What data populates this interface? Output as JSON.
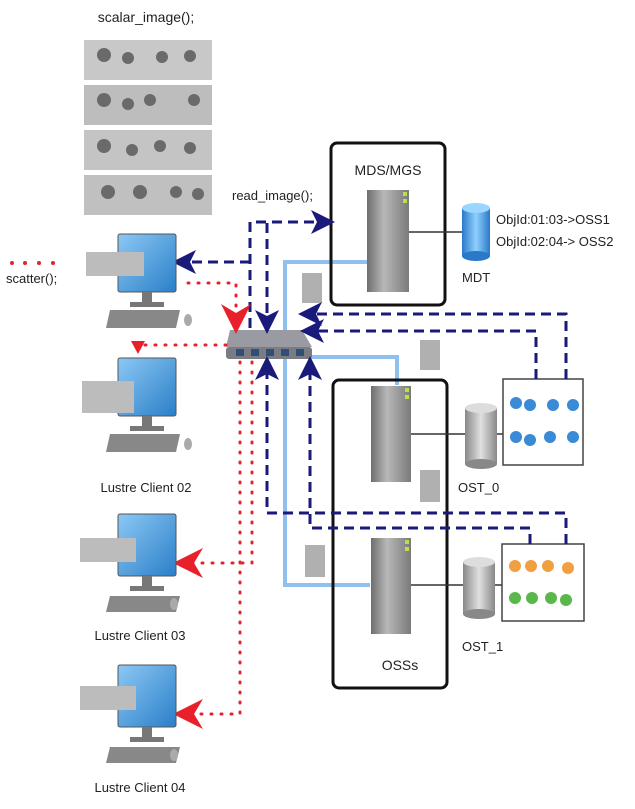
{
  "labels": {
    "scalar_image": "scalar_image();",
    "read_image": "read_image();",
    "scatter": "scatter();",
    "mds_mgs": "MDS/MGS",
    "mdt": "MDT",
    "mdt_entry_1": "ObjId:01:03->OSS1",
    "mdt_entry_2": "ObjId:02:04-> OSS2",
    "oss": "OSSs",
    "ost_0": "OST_0",
    "ost_1": "OST_1"
  },
  "clients": [
    {
      "name": ""
    },
    {
      "name": "Lustre Client 02"
    },
    {
      "name": "Lustre Client 03"
    },
    {
      "name": "Lustre Client 04"
    }
  ],
  "colors": {
    "dashed_arrow": "#1a1a7a",
    "dotted_arrow": "#e8202a",
    "network_line": "#8ec0f0",
    "box_border": "#111111",
    "monitor": "#3b8fd6"
  },
  "icons": {
    "server": "server-tower-icon",
    "database": "database-cylinder-icon",
    "switch": "network-switch-icon",
    "computer": "desktop-computer-icon",
    "people": "people-group-icon"
  }
}
